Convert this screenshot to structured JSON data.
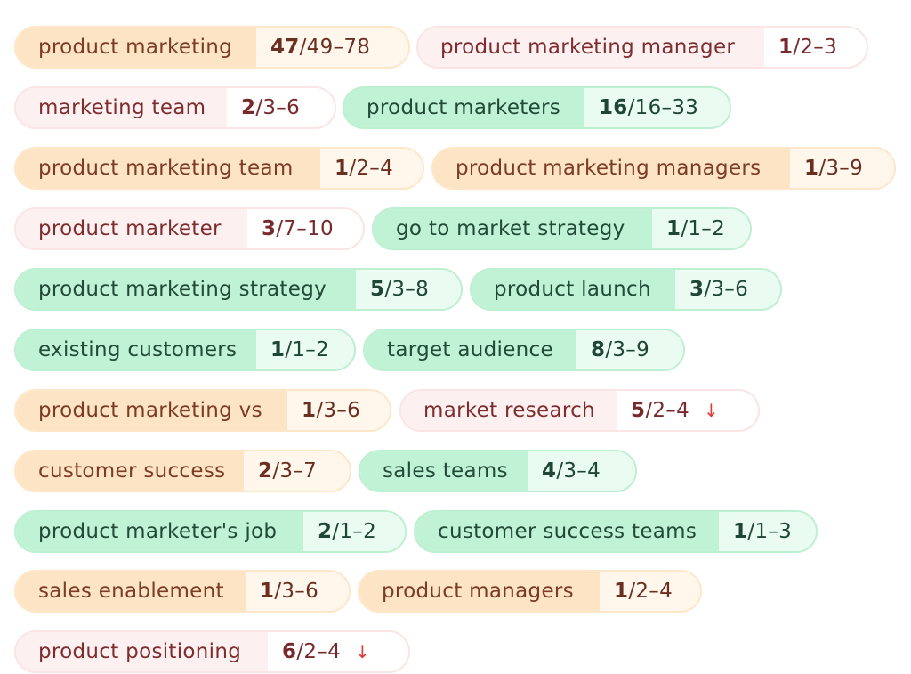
{
  "keywords": [
    {
      "keyword": "product marketing",
      "count": "47",
      "range": "/49–78",
      "arrow": "",
      "color": "orange"
    },
    {
      "keyword": "product marketing manager",
      "count": "1",
      "range": "/2–3",
      "arrow": "",
      "color": "pink"
    },
    {
      "keyword": "marketing team",
      "count": "2",
      "range": "/3–6",
      "arrow": "",
      "color": "pink"
    },
    {
      "keyword": "product marketers",
      "count": "16",
      "range": "/16–33",
      "arrow": "",
      "color": "green"
    },
    {
      "keyword": "product marketing team",
      "count": "1",
      "range": "/2–4",
      "arrow": "",
      "color": "orange"
    },
    {
      "keyword": "product marketing managers",
      "count": "1",
      "range": "/3–9",
      "arrow": "",
      "color": "orange"
    },
    {
      "keyword": "product marketer",
      "count": "3",
      "range": "/7–10",
      "arrow": "",
      "color": "pink"
    },
    {
      "keyword": "go to market strategy",
      "count": "1",
      "range": "/1–2",
      "arrow": "",
      "color": "green"
    },
    {
      "keyword": "product marketing strategy",
      "count": "5",
      "range": "/3–8",
      "arrow": "",
      "color": "green"
    },
    {
      "keyword": "product launch",
      "count": "3",
      "range": "/3–6",
      "arrow": "",
      "color": "green"
    },
    {
      "keyword": "existing customers",
      "count": "1",
      "range": "/1–2",
      "arrow": "",
      "color": "green"
    },
    {
      "keyword": "target audience",
      "count": "8",
      "range": "/3–9",
      "arrow": "",
      "color": "green"
    },
    {
      "keyword": "product marketing vs",
      "count": "1",
      "range": "/3–6",
      "arrow": "",
      "color": "orange"
    },
    {
      "keyword": "market research",
      "count": "5",
      "range": "/2–4",
      "arrow": "↓",
      "color": "pink"
    },
    {
      "keyword": "customer success",
      "count": "2",
      "range": "/3–7",
      "arrow": "",
      "color": "orange"
    },
    {
      "keyword": "sales teams",
      "count": "4",
      "range": "/3–4",
      "arrow": "",
      "color": "green"
    },
    {
      "keyword": "product marketer's job",
      "count": "2",
      "range": "/1–2",
      "arrow": "",
      "color": "green"
    },
    {
      "keyword": "customer success teams",
      "count": "1",
      "range": "/1–3",
      "arrow": "",
      "color": "green"
    },
    {
      "keyword": "sales enablement",
      "count": "1",
      "range": "/3–6",
      "arrow": "",
      "color": "orange"
    },
    {
      "keyword": "product managers",
      "count": "1",
      "range": "/2–4",
      "arrow": "",
      "color": "orange"
    },
    {
      "keyword": "product positioning",
      "count": "6",
      "range": "/2–4",
      "arrow": "↓",
      "color": "pink"
    }
  ]
}
